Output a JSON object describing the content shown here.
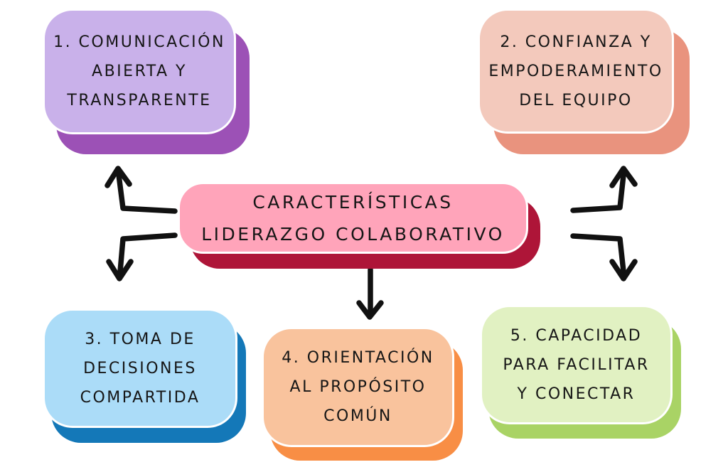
{
  "title": {
    "lines": [
      "CARACTERÍSTICAS",
      "LIDERAZGO COLABORATIVO"
    ],
    "fill": "#FFA4BA",
    "shadow": "#AE1538"
  },
  "nodes": [
    {
      "id": "1",
      "lines": [
        "1. COMUNICACIÓN",
        "ABIERTA Y",
        "TRANSPARENTE"
      ],
      "fill": "#C9B1EA",
      "shadow": "#9C51B6"
    },
    {
      "id": "2",
      "lines": [
        "2. CONFIANZA Y",
        "EMPODERAMIENTO",
        "DEL EQUIPO"
      ],
      "fill": "#F3C9BC",
      "shadow": "#E9937E"
    },
    {
      "id": "3",
      "lines": [
        "3. TOMA DE",
        "DECISIONES",
        "COMPARTIDA"
      ],
      "fill": "#ABDCF8",
      "shadow": "#1478B8"
    },
    {
      "id": "4",
      "lines": [
        "4. ORIENTACIÓN",
        "AL PROPÓSITO",
        "COMÚN"
      ],
      "fill": "#F9C39D",
      "shadow": "#F88E45"
    },
    {
      "id": "5",
      "lines": [
        "5. CAPACIDAD",
        "PARA FACILITAR",
        "Y CONECTAR"
      ],
      "fill": "#E1F1C2",
      "shadow": "#A9D365"
    }
  ],
  "arrows": {
    "color": "#111111",
    "items": [
      "center-to-node-1",
      "center-to-node-2",
      "center-to-node-3",
      "center-to-node-4",
      "center-to-node-5"
    ]
  },
  "text_color": "#161616",
  "background": "#FFFFFF"
}
